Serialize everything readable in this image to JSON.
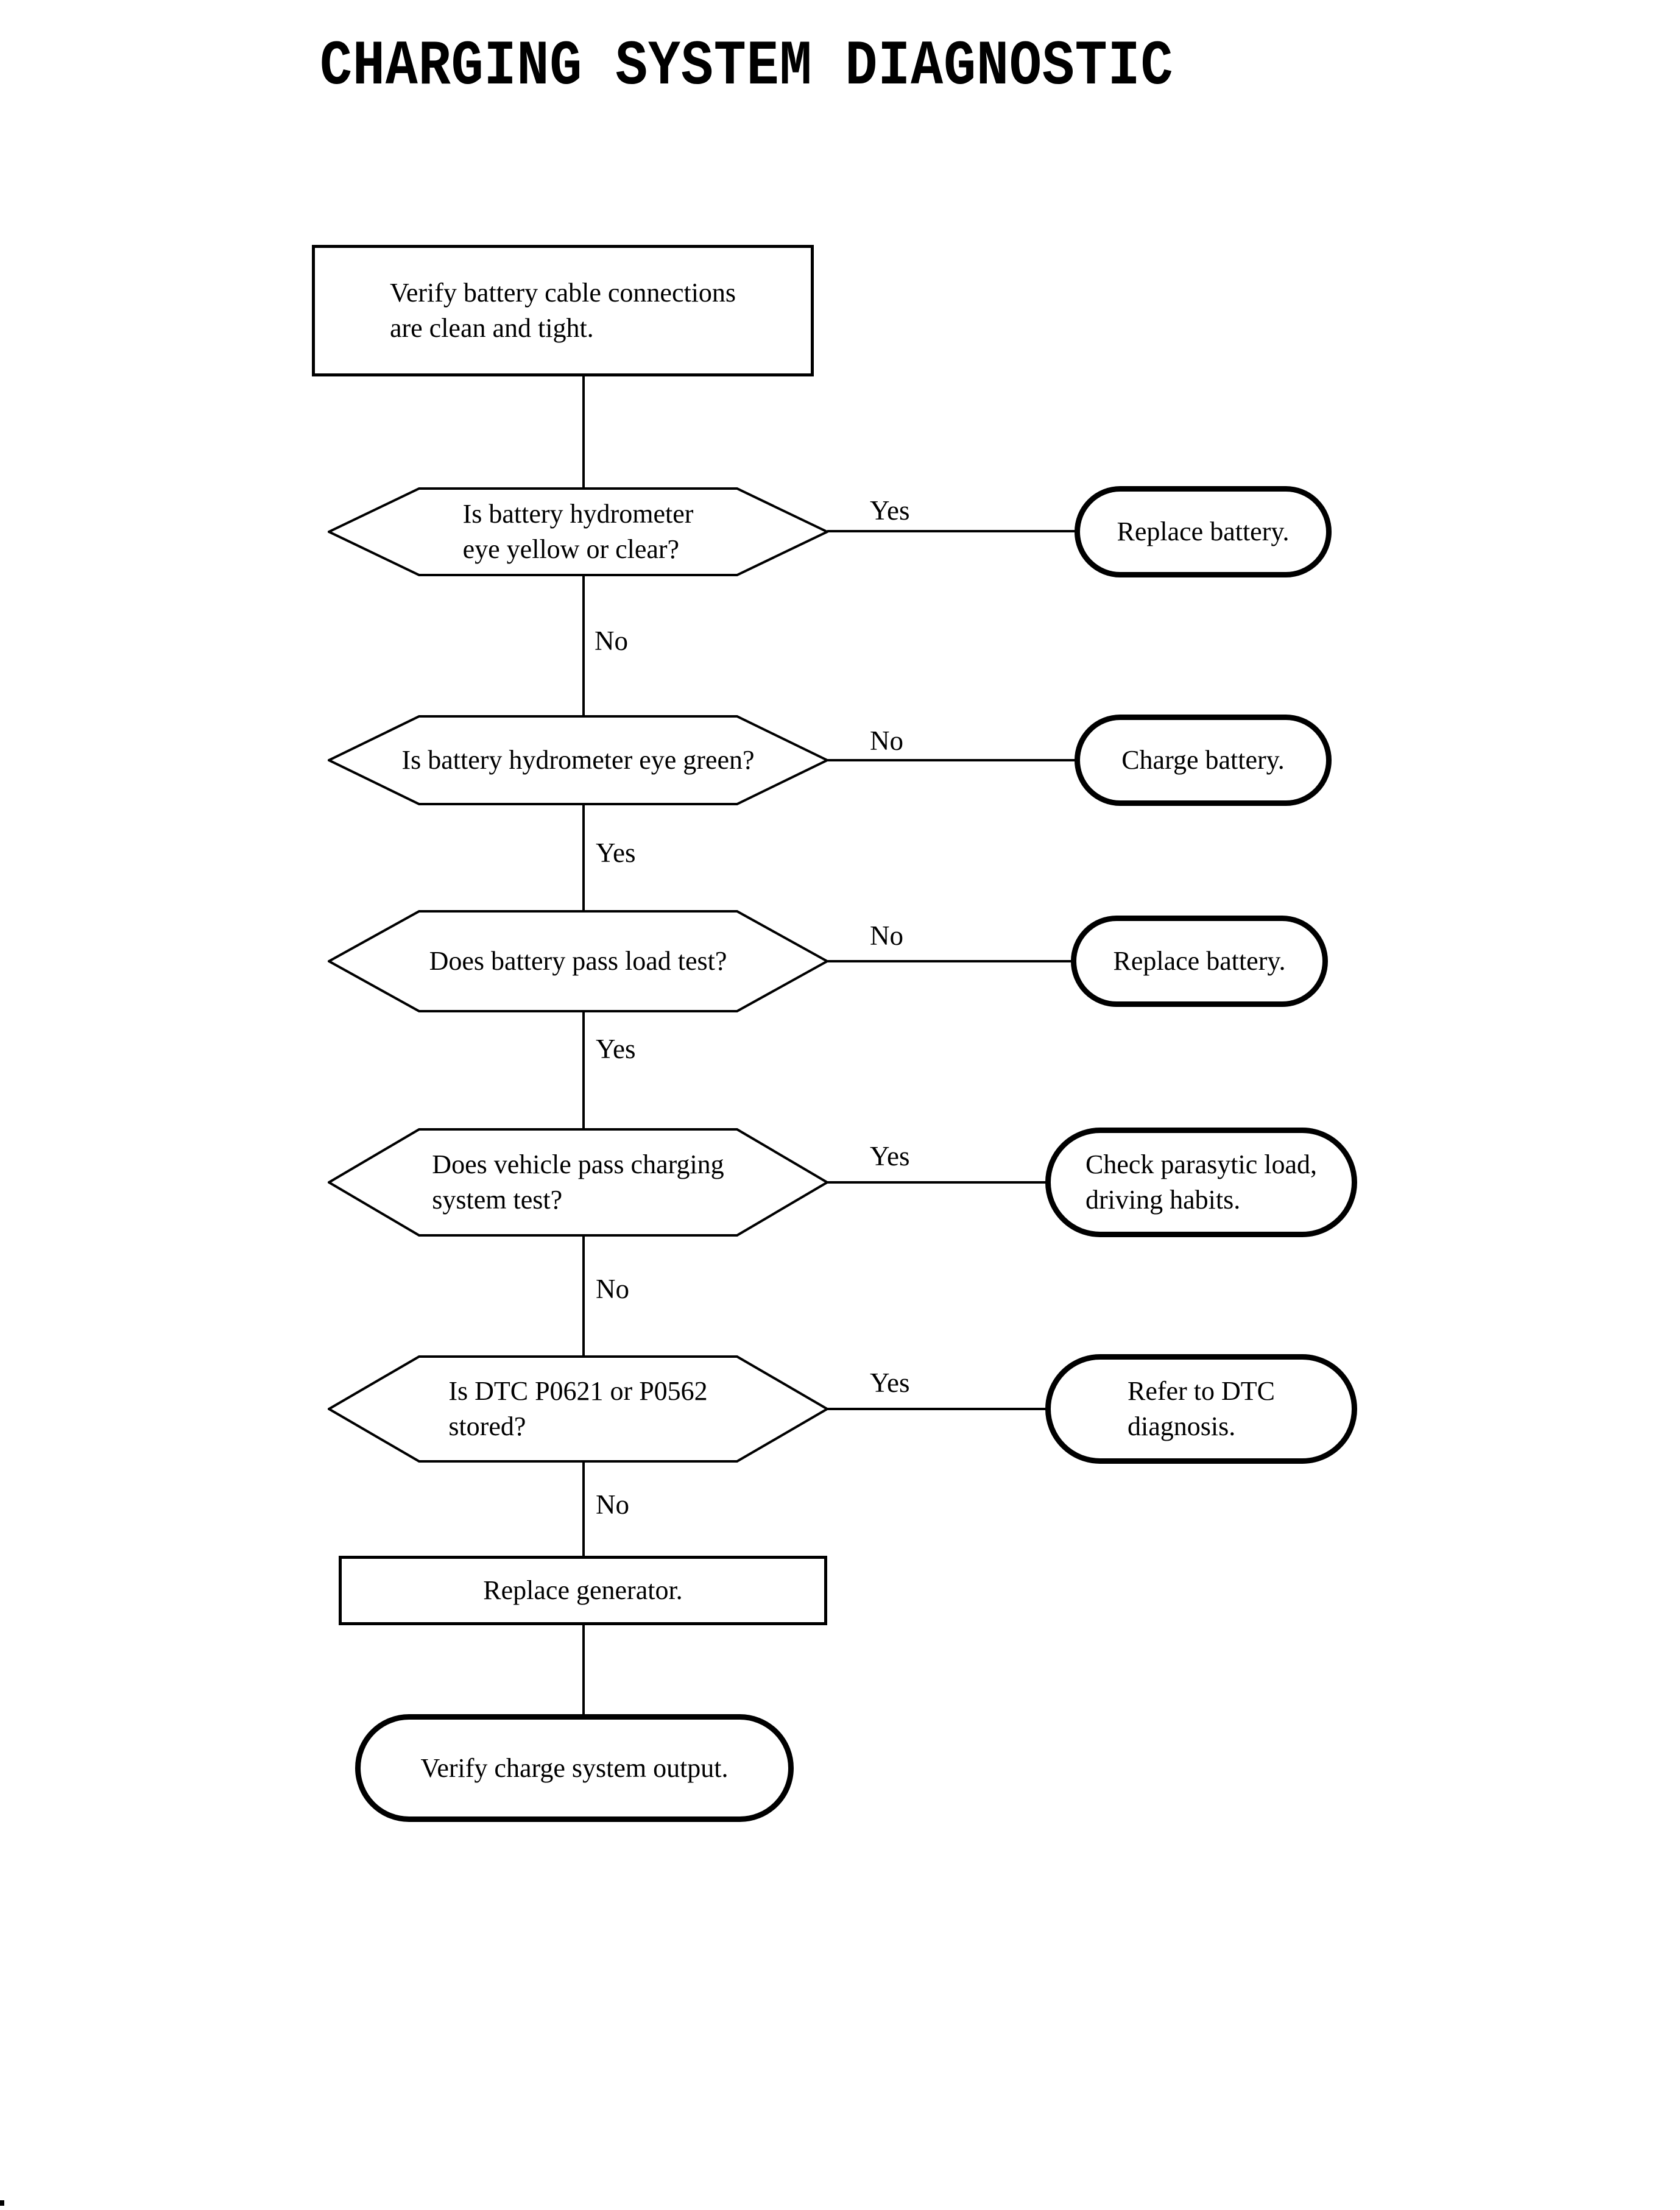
{
  "title": "CHARGING SYSTEM DIAGNOSTIC",
  "nodes": {
    "verify_connections": {
      "type": "process",
      "lines": [
        "Verify battery cable connections",
        "are clean and tight."
      ]
    },
    "hydrometer_yellow_clear": {
      "type": "decision",
      "lines": [
        "Is battery hydrometer",
        "eye yellow or clear?"
      ]
    },
    "replace_battery_top": {
      "type": "terminator",
      "lines": [
        "Replace battery."
      ]
    },
    "hydrometer_green": {
      "type": "decision",
      "lines": [
        "Is battery hydrometer eye green?"
      ]
    },
    "charge_battery": {
      "type": "terminator",
      "lines": [
        "Charge battery."
      ]
    },
    "battery_load_test": {
      "type": "decision",
      "lines": [
        "Does battery pass load test?"
      ]
    },
    "replace_battery_mid": {
      "type": "terminator",
      "lines": [
        "Replace battery."
      ]
    },
    "charging_system_test": {
      "type": "decision",
      "lines": [
        "Does vehicle pass charging",
        "system test?"
      ]
    },
    "check_parasytic_load": {
      "type": "terminator",
      "lines": [
        "Check parasytic load,",
        "driving habits."
      ]
    },
    "dtc_stored": {
      "type": "decision",
      "lines": [
        "Is DTC P0621 or P0562",
        "stored?"
      ]
    },
    "refer_dtc_diagnosis": {
      "type": "terminator",
      "lines": [
        "Refer to DTC",
        "diagnosis."
      ]
    },
    "replace_generator": {
      "type": "process",
      "lines": [
        "Replace generator."
      ]
    },
    "verify_charge_output": {
      "type": "terminator",
      "lines": [
        "Verify charge system output."
      ]
    }
  },
  "edge_labels": {
    "yellow_clear_yes": "Yes",
    "yellow_clear_no": "No",
    "green_no": "No",
    "green_yes": "Yes",
    "load_test_no": "No",
    "load_test_yes": "Yes",
    "charging_test_yes": "Yes",
    "charging_test_no": "No",
    "dtc_yes": "Yes",
    "dtc_no": "No"
  },
  "colors": {
    "ink": "#000000",
    "paper": "#ffffff"
  }
}
